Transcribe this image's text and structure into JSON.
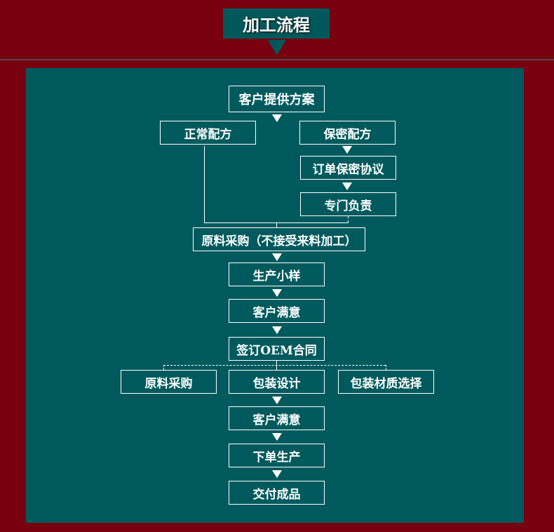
{
  "title": "加工流程",
  "colors": {
    "background": "#78000f",
    "panel": "#005a5d",
    "line": "#ffffff"
  },
  "steps": {
    "client_plan": "客户提供方案",
    "normal_formula": "正常配方",
    "secret_formula": "保密配方",
    "nda": "订单保密协议",
    "dedicated": "专门负责",
    "procurement_main": "原料采购（不接受来料加工）",
    "sample": "生产小样",
    "satisfied1": "客户满意",
    "oem_contract": "签订OEM合同",
    "procurement": "原料采购",
    "package_design": "包装设计",
    "package_material": "包装材质选择",
    "satisfied2": "客户满意",
    "order_production": "下单生产",
    "deliver": "交付成品"
  }
}
